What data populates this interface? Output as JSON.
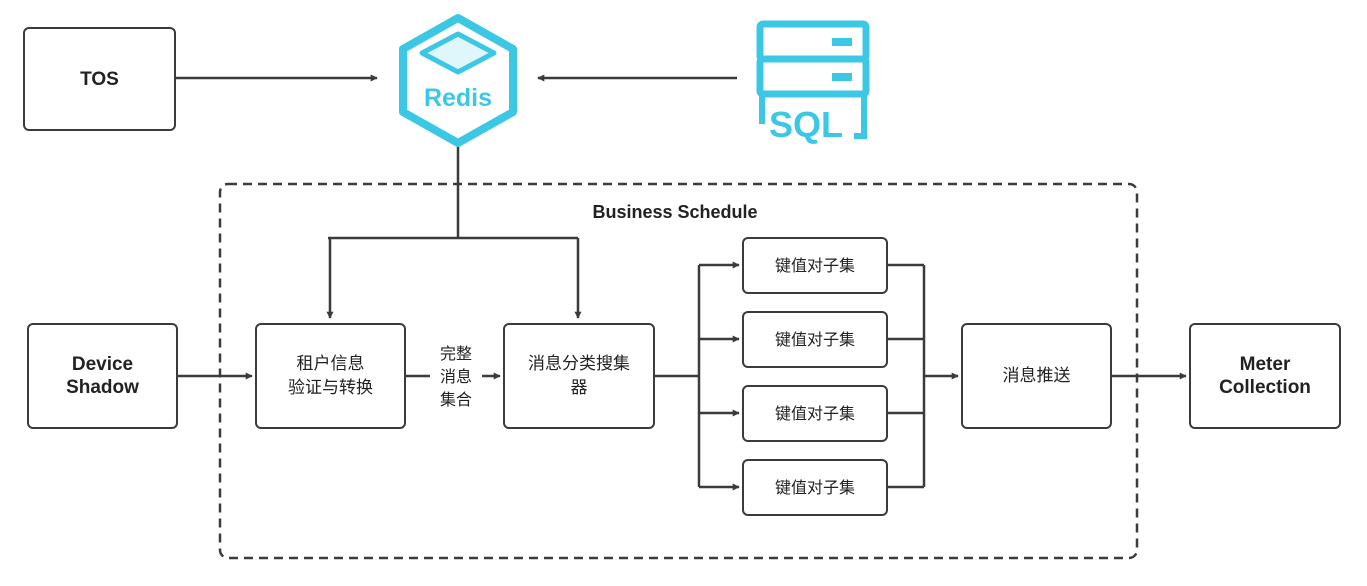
{
  "accent_color": "#3cc8e4",
  "line_color": "#3b3b3b",
  "nodes": {
    "tos": "TOS",
    "redis": "Redis",
    "sql": "SQL",
    "device_shadow": "Device\nShadow",
    "tenant_verify": "租户信息\n验证与转换",
    "collector": "消息分类搜集\n器",
    "kv_1": "键值对子集",
    "kv_2": "键值对子集",
    "kv_3": "键值对子集",
    "kv_4": "键值对子集",
    "push": "消息推送",
    "meter": "Meter\nCollection"
  },
  "group": {
    "title": "Business Schedule"
  },
  "edge_labels": {
    "complete_set": "完整\n消息\n集合"
  },
  "icons": {
    "redis": "redis-cube-icon",
    "sql": "sql-server-icon"
  }
}
